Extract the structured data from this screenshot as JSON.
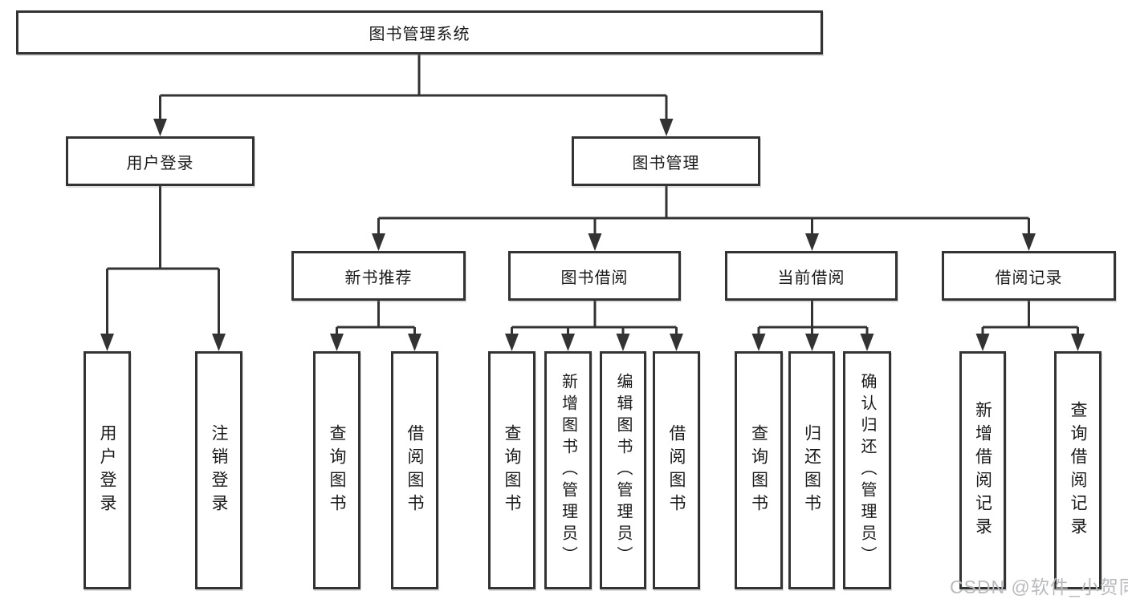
{
  "root": {
    "label": "图书管理系统"
  },
  "branches": [
    {
      "label": "用户登录",
      "leaves": [
        "用户登录",
        "注销登录"
      ]
    },
    {
      "label": "图书管理",
      "subbranches": [
        {
          "label": "新书推荐",
          "leaves": [
            "查询图书",
            "借阅图书"
          ]
        },
        {
          "label": "图书借阅",
          "leaves": [
            "查询图书",
            "新增图书（管理员）",
            "编辑图书（管理员）",
            "借阅图书"
          ]
        },
        {
          "label": "当前借阅",
          "leaves": [
            "查询图书",
            "归还图书",
            "确认归还（管理员）"
          ]
        },
        {
          "label": "借阅记录",
          "leaves": [
            "新增借阅记录",
            "查询借阅记录"
          ]
        }
      ]
    }
  ],
  "watermark": {
    "text": "CSDN @软件_小贺同学",
    "color": "#b8babc"
  },
  "colors": {
    "connector_line": "#333333",
    "box_border": "#333333",
    "box_background": "#ffffff",
    "label_text": "#1a1a1a"
  }
}
